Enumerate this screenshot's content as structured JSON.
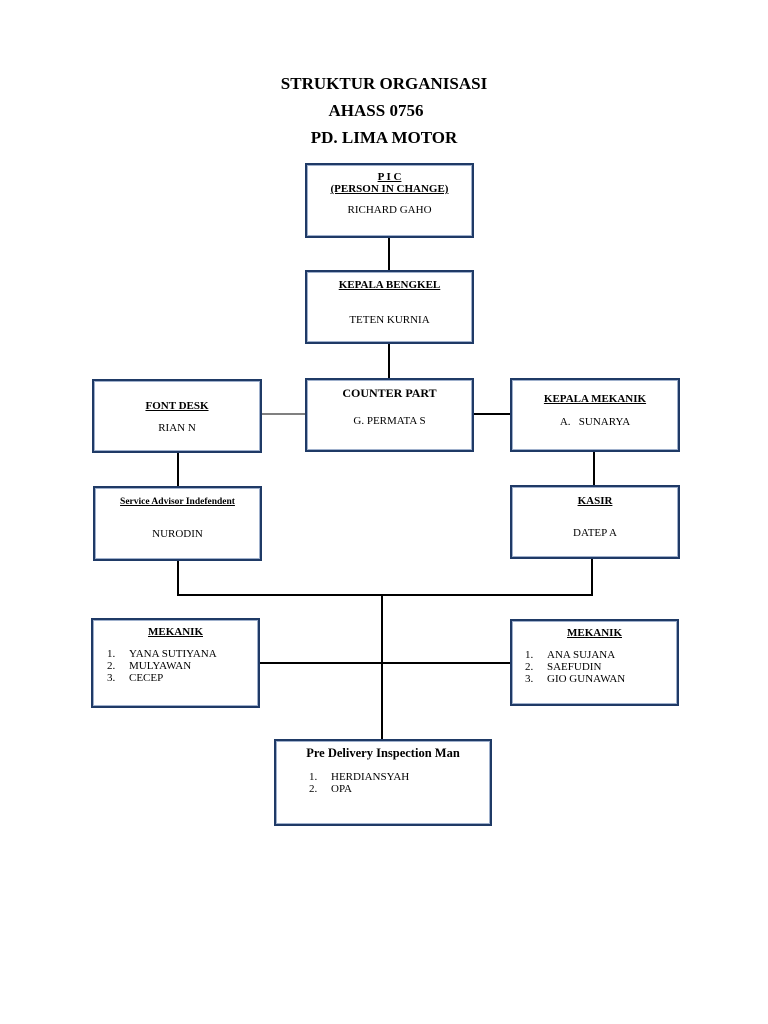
{
  "title": {
    "line1": "STRUKTUR ORGANISASI",
    "line2": "AHASS 0756",
    "line3": "PD. LIMA MOTOR"
  },
  "pic": {
    "title": "P I C",
    "subtitle": "(PERSON IN CHANGE)",
    "name": "RICHARD GAHO"
  },
  "kepala_bengkel": {
    "title": "KEPALA BENGKEL",
    "name": "TETEN KURNIA"
  },
  "font_desk": {
    "title": "FONT DESK",
    "name": "RIAN N"
  },
  "counter_part": {
    "title": "COUNTER PART",
    "name": "G. PERMATA S"
  },
  "kepala_mekanik": {
    "title": "KEPALA MEKANIK",
    "name": "A.   SUNARYA"
  },
  "service_advisor": {
    "title": "Service Advisor Indefendent",
    "name": "NURODIN"
  },
  "kasir": {
    "title": "KASIR",
    "name": "DATEP A"
  },
  "mekanik_left": {
    "title": "MEKANIK",
    "members": [
      "YANA SUTIYANA",
      "MULYAWAN",
      "CECEP"
    ]
  },
  "mekanik_right": {
    "title": "MEKANIK",
    "members": [
      "ANA SUJANA",
      "SAEFUDIN",
      "GIO GUNAWAN"
    ]
  },
  "pdi": {
    "title": "Pre Delivery Inspection Man",
    "members": [
      "HERDIANSYAH",
      "OPA"
    ]
  },
  "colors": {
    "box_border": "#1f3a66",
    "line": "#000000"
  }
}
